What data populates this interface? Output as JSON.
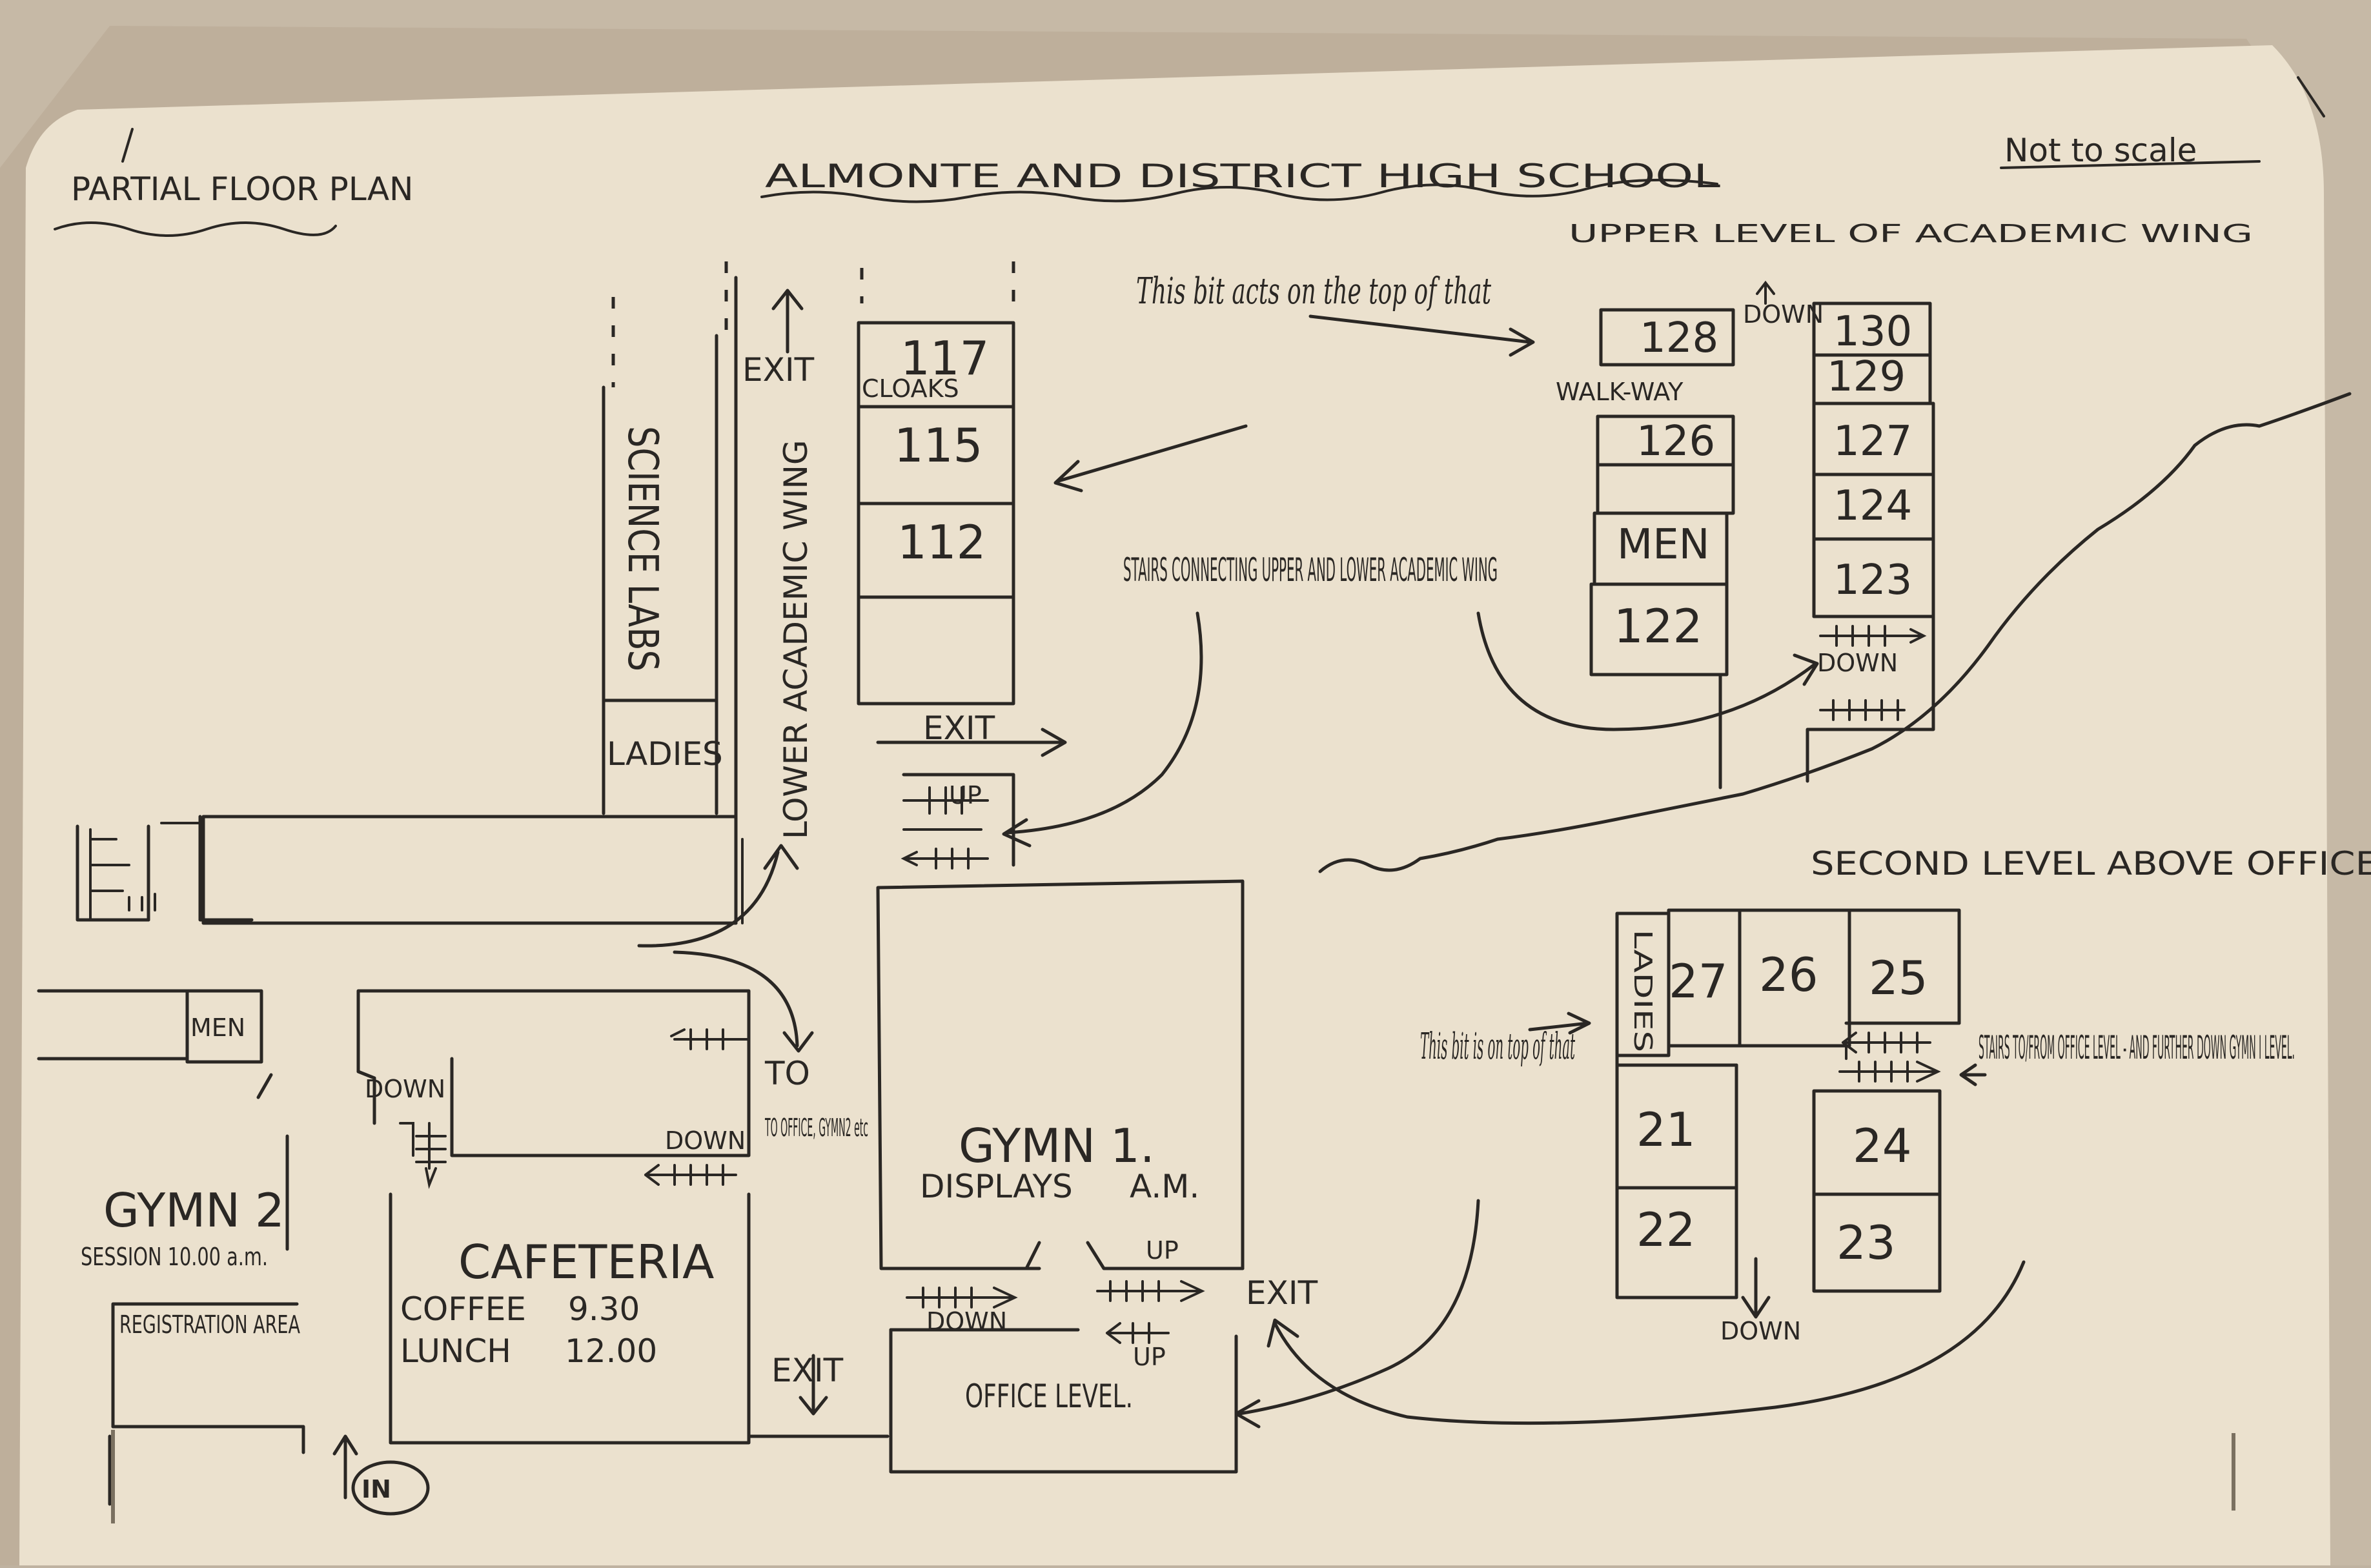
{
  "header": {
    "left_title": "PARTIAL FLOOR PLAN",
    "center_title": "ALMONTE AND DISTRICT HIGH SCHOOL",
    "right_note": "Not to scale"
  },
  "upper_level": {
    "title": "UPPER LEVEL OF ACADEMIC WING",
    "walkway": "WALK-WAY",
    "down_top": "DOWN",
    "stairs_down": "DOWN",
    "rooms": {
      "r128": "128",
      "r126": "126",
      "men": "MEN",
      "r122": "122",
      "r130": "130",
      "r129": "129",
      "r127": "127",
      "r124": "124",
      "r123": "123"
    }
  },
  "lower_wing": {
    "science_labs": "SCIENCE LABS",
    "lower_academic_wing": "LOWER ACADEMIC WING",
    "ladies": "LADIES",
    "exit_top": "EXIT",
    "exit_mid": "EXIT",
    "r117": "117",
    "cloaks": "CLOAKS",
    "r115": "115",
    "r112": "112",
    "stairs_up": "UP"
  },
  "notes": {
    "top_of_that": "This bit acts on the top of that",
    "stairs_connecting": "STAIRS CONNECTING UPPER AND LOWER ACADEMIC WING",
    "bit_on_top": "This bit is on top of that",
    "stairs_office": "STAIRS TO/FROM OFFICE LEVEL - AND FURTHER DOWN GYMN I LEVEL."
  },
  "second_level": {
    "title": "SECOND LEVEL ABOVE OFFICE",
    "ladies": "LADIES",
    "down": "DOWN",
    "rooms": {
      "r27": "27",
      "r26": "26",
      "r25": "25",
      "r21": "21",
      "r22": "22",
      "r24": "24",
      "r23": "23"
    }
  },
  "ground": {
    "men": "MEN",
    "gymn2": "GYMN 2",
    "session": "SESSION 10.00 a.m.",
    "registration": "REGISTRATION AREA",
    "in_marker": "IN",
    "down_left": "DOWN",
    "down_caf": "DOWN",
    "to_office": "TO OFFICE, GYMN2 etc",
    "cafeteria": "CAFETERIA",
    "coffee_label": "COFFEE",
    "coffee_time": "9.30",
    "lunch_label": "LUNCH",
    "lunch_time": "12.00",
    "exit_bottom": "EXIT",
    "gymn1": "GYMN 1.",
    "displays": "DISPLAYS",
    "am": "A.M.",
    "up_right": "UP",
    "down_gym": "DOWN",
    "exit_right": "EXIT",
    "up_office": "UP",
    "office_level": "OFFICE LEVEL."
  }
}
